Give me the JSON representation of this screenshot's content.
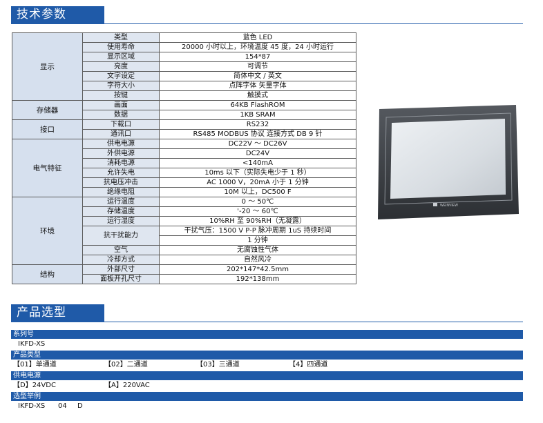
{
  "sections": {
    "tech": "技术参数",
    "product": "产品选型"
  },
  "spec_rows": [
    {
      "cat": "显示",
      "sub": "类型",
      "val": "蓝色 LED"
    },
    {
      "sub": "使用寿命",
      "val": "20000 小时以上，环境温度 45 度，24 小时运行"
    },
    {
      "sub": "显示区域",
      "val": "154*87"
    },
    {
      "sub": "亮度",
      "val": "可调节"
    },
    {
      "sub": "文字设定",
      "val": "简体中文 / 英文"
    },
    {
      "sub": "字符大小",
      "val": "点阵字体 矢量字体"
    },
    {
      "sub": "按键",
      "val": "触摸式"
    },
    {
      "cat": "存储器",
      "sub": "画面",
      "val": "64KB FlashROM"
    },
    {
      "sub": "数据",
      "val": "1KB SRAM"
    },
    {
      "cat": "接口",
      "sub": "下载口",
      "val": "RS232"
    },
    {
      "sub": "通讯口",
      "val": "RS485 MODBUS 协议 连接方式 DB 9 针"
    },
    {
      "cat": "电气特征",
      "sub": "供电电源",
      "val": "DC22V ～ DC26V"
    },
    {
      "sub": "外供电源",
      "val": "DC24V"
    },
    {
      "sub": "消耗电源",
      "val": "<140mA"
    },
    {
      "sub": "允许失电",
      "val": "10ms 以下（实际失电少于 1 秒）"
    },
    {
      "sub": "抗电压冲击",
      "val": "AC 1000 V，20mA 小于 1 分钟"
    },
    {
      "sub": "绝缘电阻",
      "val": "10M 以上，DC500 F"
    },
    {
      "cat": "环境",
      "sub": "运行温度",
      "val": "0 ～ 50℃"
    },
    {
      "sub": "存储温度",
      "val": "'-20 ～ 60℃"
    },
    {
      "sub": "运行湿度",
      "val": "10%RH 至 90%RH（无凝露）"
    },
    {
      "sub": "抗干扰能力",
      "val": "干扰气压：1500 V P-P 脉冲周期 1uS 持续时间",
      "val2": "1 分钟"
    },
    {
      "sub": "空气",
      "val": "无腐蚀性气体"
    },
    {
      "sub": "冷却方式",
      "val": "自然风冷"
    },
    {
      "cat": "结构",
      "sub": "外部尺寸",
      "val": "202*147*42.5mm"
    },
    {
      "sub": "面板开孔尺寸",
      "val": "192*138mm"
    }
  ],
  "device": {
    "brand": "WEINVIEW",
    "bezel_color": "#3a3d42",
    "screen_color": "#d8dde2"
  },
  "selection": {
    "series_label": "系列号",
    "series_value": "IKFD-XS",
    "type_label": "产品类型",
    "type_options": [
      "【01】单通道",
      "【02】二通道",
      "【03】三通道",
      "【4】四通道"
    ],
    "power_label": "供电电源",
    "power_options": [
      "【D】24VDC",
      "【A】220VAC"
    ],
    "example_label": "选型举例",
    "example_values": [
      "IKFD-XS",
      "04",
      "D"
    ]
  },
  "colors": {
    "accent": "#1f5aa8",
    "cat_bg": "#d6e0ee"
  }
}
